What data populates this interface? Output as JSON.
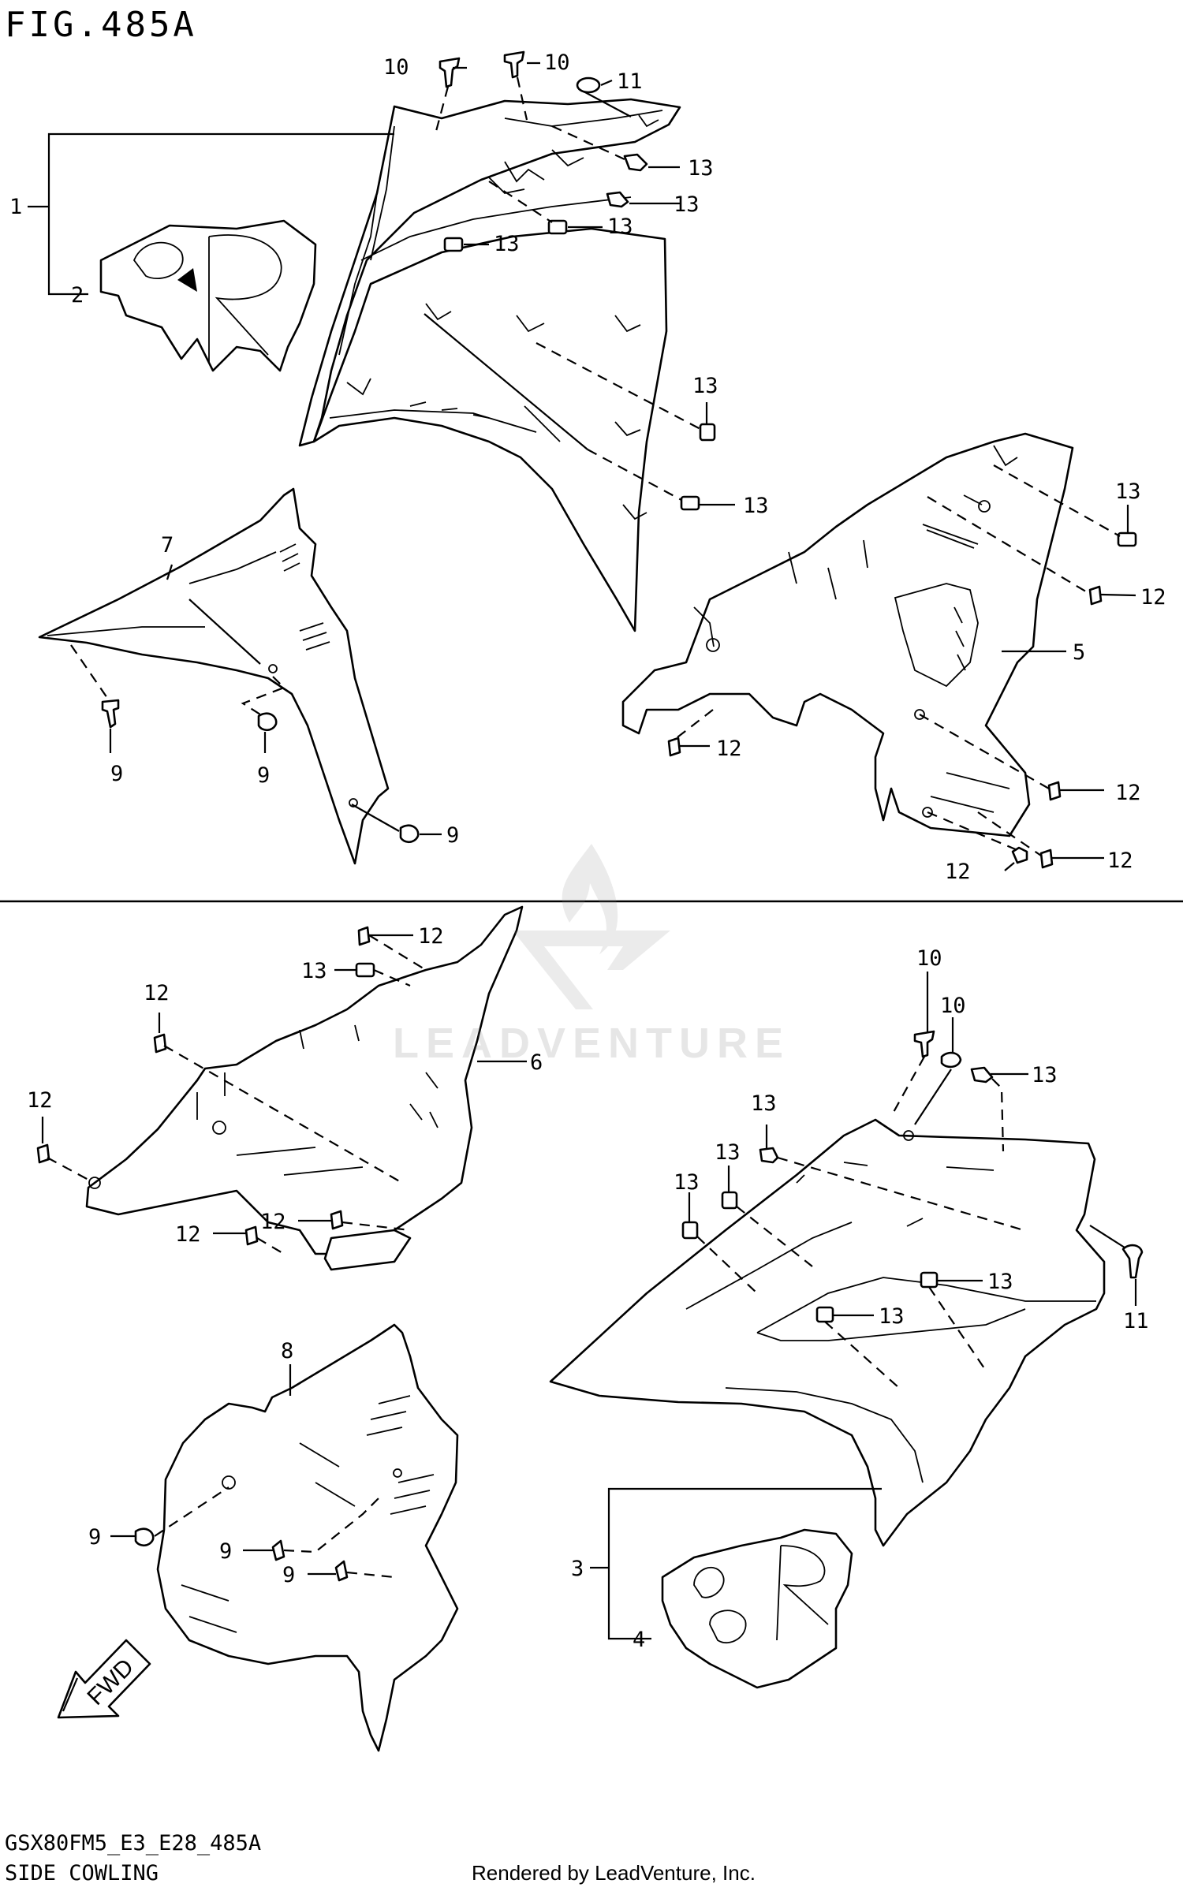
{
  "figure": {
    "title": "FIG.485A",
    "model_code": "GSX80FM5_E3_E28_485A",
    "section": "SIDE COWLING",
    "rendered_by": "Rendered by LeadVenture, Inc.",
    "watermark": "LEADVENTURE",
    "fwd_label": "FWD"
  },
  "callouts": {
    "c1": "1",
    "c2": "2",
    "c3": "3",
    "c4": "4",
    "c5": "5",
    "c6": "6",
    "c7": "7",
    "c8": "8",
    "c9": "9",
    "c10": "10",
    "c11": "11",
    "c12": "12",
    "c13": "13"
  },
  "colors": {
    "line": "#000000",
    "background": "#ffffff",
    "watermark": "#6a6a6a"
  }
}
